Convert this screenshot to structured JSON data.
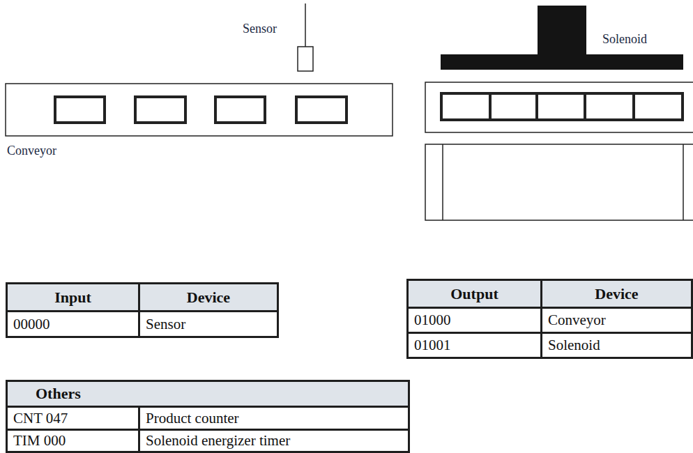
{
  "diagram": {
    "labels": [
      "Sensor",
      "Solenoid",
      "Conveyor",
      "Input",
      "Device",
      "00000",
      "Sensor",
      "Output",
      "Device",
      "01000",
      "Conveyor",
      "01001",
      "Solenoid",
      "Others",
      "CNT 047",
      "Product counter",
      "TIM 000",
      "Solenoid energizer timer"
    ]
  }
}
